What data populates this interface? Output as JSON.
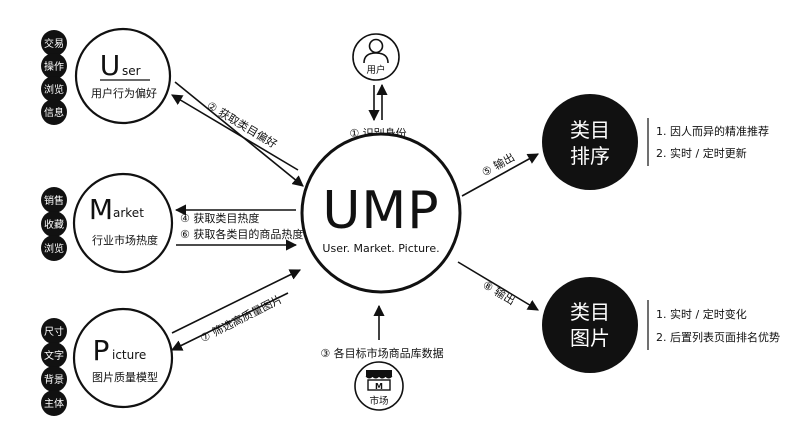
{
  "center": {
    "title": "UMP",
    "subtitle": "User. Market. Picture."
  },
  "user_node": {
    "initial": "U",
    "rest": "ser",
    "caption": "用户行为偏好",
    "tags": [
      "交易",
      "操作",
      "浏览",
      "信息"
    ]
  },
  "market_node": {
    "initial": "M",
    "rest": "arket",
    "caption": "行业市场热度",
    "tags": [
      "销售",
      "收藏",
      "浏览"
    ]
  },
  "picture_node": {
    "initial": "P",
    "rest": "icture",
    "caption": "图片质量模型",
    "tags": [
      "尺寸",
      "文字",
      "背景",
      "主体"
    ]
  },
  "top_icon": {
    "label": "用户",
    "edge_label": "① 识别身份"
  },
  "bottom_icon": {
    "label": "市场",
    "edge_label": "③ 各目标市场商品库数据"
  },
  "edges": {
    "e2": "② 获取类目偏好",
    "e4": "④ 获取类目热度",
    "e6": "⑥ 获取各类目的商品热度",
    "e7": "⑦ 筛选高质量图片",
    "e5": "⑤ 输出",
    "e8": "⑧ 输出"
  },
  "output_ranking": {
    "line1": "类目",
    "line2": "排序",
    "notes": [
      "1. 因人而异的精准推荐",
      "2. 实时 / 定时更新"
    ]
  },
  "output_picture": {
    "line1": "类目",
    "line2": "图片",
    "notes": [
      "1. 实时 / 定时变化",
      "2. 后置列表页面排名优势"
    ]
  }
}
